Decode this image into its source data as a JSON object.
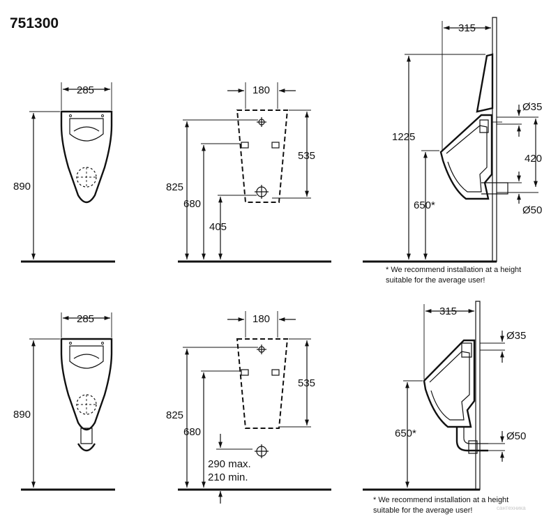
{
  "title": "751300",
  "top_row": {
    "front": {
      "width": "285",
      "height": "890"
    },
    "plan": {
      "width": "180",
      "h825": "825",
      "h680": "680",
      "h405": "405",
      "h535": "535"
    },
    "side": {
      "depth": "315",
      "h1225": "1225",
      "h650": "650*",
      "d35": "Ø35",
      "h420": "420",
      "d50": "Ø50",
      "note_line1": "* We recommend installation at a height",
      "note_line2": "suitable  for the average user!"
    }
  },
  "bottom_row": {
    "front": {
      "width": "285",
      "height": "890"
    },
    "plan": {
      "width": "180",
      "h825": "825",
      "h680": "680",
      "h535": "535",
      "max_label": "290 max.",
      "min_label": "210 min."
    },
    "side": {
      "depth": "315",
      "h650": "650*",
      "d35": "Ø35",
      "d50": "Ø50",
      "note_line1": "* We recommend installation at a height",
      "note_line2": "suitable  for the average user!"
    }
  },
  "watermark": "сантехника"
}
